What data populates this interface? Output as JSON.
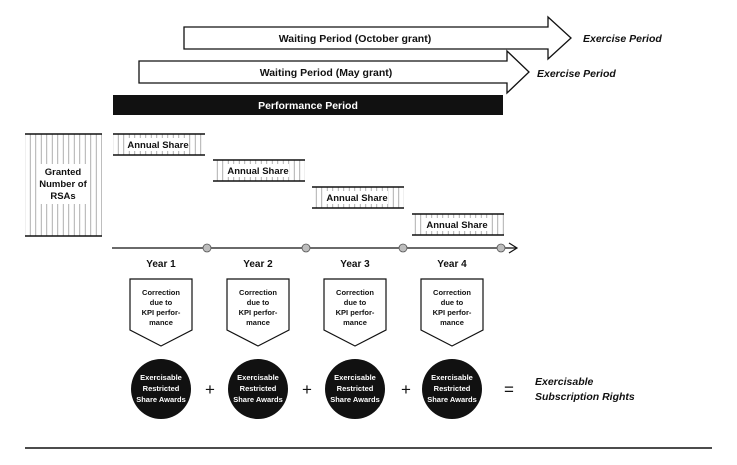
{
  "arrows": {
    "october_label": "Waiting Period (October grant)",
    "may_label": "Waiting Period (May grant)",
    "exercise_label": "Exercise Period"
  },
  "performance_label": "Performance Period",
  "granted_box": [
    "Granted",
    "Number of",
    "RSAs"
  ],
  "annual_share_label": "Annual Share",
  "years": [
    "Year 1",
    "Year 2",
    "Year 3",
    "Year 4"
  ],
  "correction_lines": [
    "Correction",
    "due to",
    "KPI perfor-",
    "mance"
  ],
  "exercisable_lines": [
    "Exercisable",
    "Restricted",
    "Share Awards"
  ],
  "plus_sign": "+",
  "equals_sign": "=",
  "result_lines": [
    "Exercisable",
    "Subscription Rights"
  ],
  "colors": {
    "ink": "#111111",
    "hatch": "#9a9a9a",
    "dot": "#bdbdbd",
    "paper": "#ffffff"
  }
}
